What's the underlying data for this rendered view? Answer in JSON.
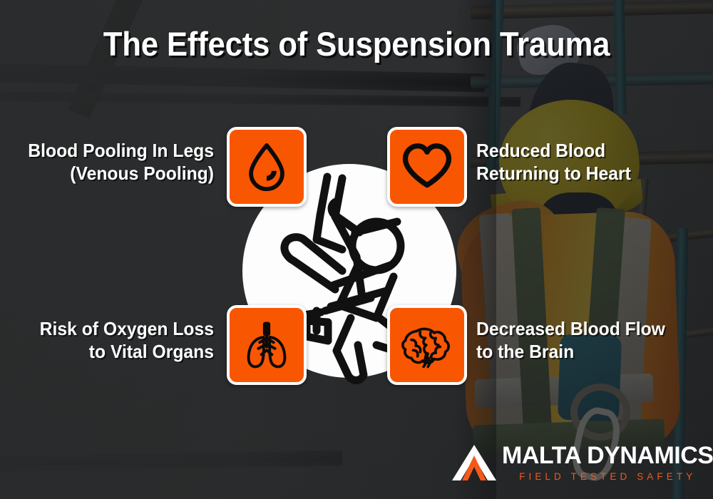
{
  "title": "The Effects of Suspension Trauma",
  "colors": {
    "accent_orange": "#F95601",
    "tile_border": "#FFFFFF",
    "text_white": "#FFFFFF",
    "background_dark": "#3F4041",
    "logo_tagline_orange": "#F4591A"
  },
  "center": {
    "icon": "suspended-worker-harness-illustration",
    "circle_color": "#FDFDFD"
  },
  "items": [
    {
      "id": "blood-pooling",
      "icon": "blood-drop-icon",
      "position": "top-left",
      "lines": [
        "Blood Pooling In Legs",
        "(Venous Pooling)"
      ]
    },
    {
      "id": "reduced-blood-to-heart",
      "icon": "heart-icon",
      "position": "top-right",
      "lines": [
        "Reduced Blood",
        "Returning to Heart"
      ]
    },
    {
      "id": "oxygen-loss",
      "icon": "lungs-icon",
      "position": "bottom-left",
      "lines": [
        "Risk of Oxygen Loss",
        "to Vital Organs"
      ]
    },
    {
      "id": "decreased-brain-blood-flow",
      "icon": "brain-icon",
      "position": "bottom-right",
      "lines": [
        "Decreased Blood Flow",
        "to the Brain"
      ]
    }
  ],
  "logo": {
    "mark": "malta-dynamics-chevron-logo",
    "name": "MALTA DYNAMICS",
    "tagline": "FIELD TESTED SAFETY"
  }
}
